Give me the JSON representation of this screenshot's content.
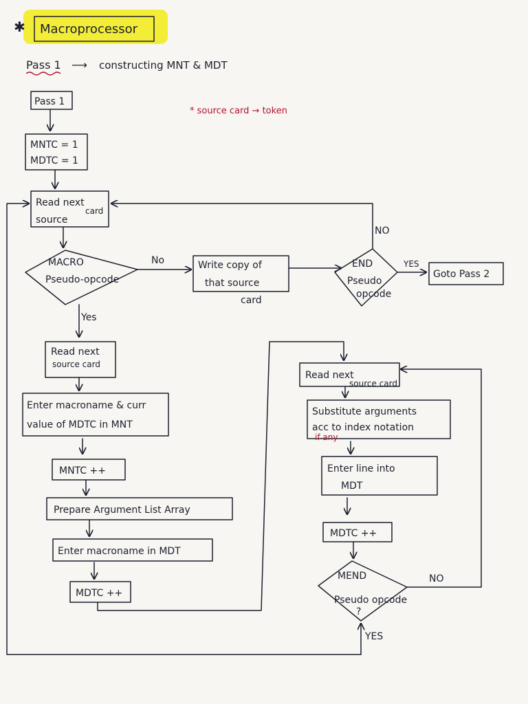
{
  "title": "Macroprocessor",
  "title_star": "✱",
  "subtitle": {
    "pass_label": "Pass 1",
    "arrow": "⟶",
    "text": "constructing  MNT & MDT"
  },
  "note": "* source card → token",
  "nodes": {
    "pass1": "Pass 1",
    "counters": [
      "MNTC = 1",
      "MDTC = 1"
    ],
    "read_next_1": [
      "Read next",
      "card",
      "source"
    ],
    "macro_decision": [
      "MACRO",
      "Pseudo-opcode"
    ],
    "write_copy": [
      "Write copy of",
      "that  source",
      "card"
    ],
    "end_decision": [
      "END",
      "Pseudo",
      "opcode"
    ],
    "goto_pass2": "Goto Pass 2",
    "read_next_2": [
      "Read next",
      "source card"
    ],
    "enter_mnt": [
      "Enter macroname & curr",
      "value of MDTC in MNT"
    ],
    "mntc_inc": "MNTC ++",
    "prepare_ala": "Prepare Argument List Array",
    "enter_mdt_name": "Enter macroname in MDT",
    "mdtc_inc_1": "MDTC ++",
    "read_next_3": [
      "Read next",
      "source card"
    ],
    "substitute": [
      "Substitute arguments",
      "acc to index notation"
    ],
    "substitute_note": "if any",
    "enter_line": [
      "Enter line into",
      "MDT"
    ],
    "mdtc_inc_2": "MDTC ++",
    "mend_decision": [
      "MEND",
      "Pseudo opcode",
      "?"
    ]
  },
  "edge_labels": {
    "macro_no": "No",
    "macro_yes": "Yes",
    "end_no": "NO",
    "end_yes": "YES",
    "mend_no": "NO",
    "mend_yes": "YES"
  },
  "colors": {
    "ink": "#1c1f2e",
    "highlight": "#f2ec2c",
    "red_ink": "#b3122e",
    "paper": "#f7f6f2"
  }
}
